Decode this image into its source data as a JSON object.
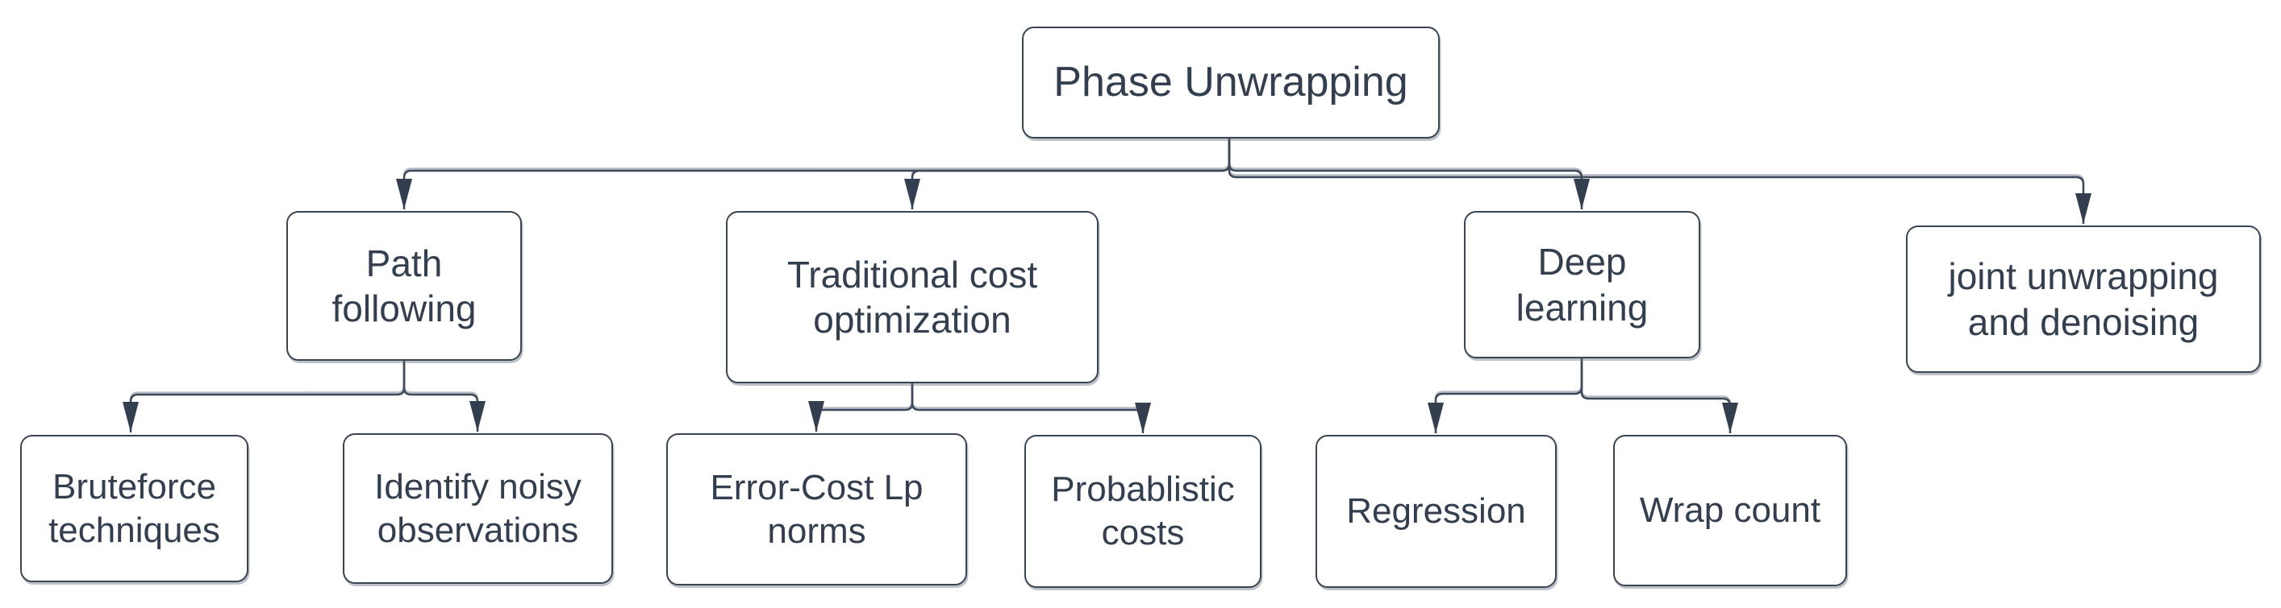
{
  "diagram": {
    "type": "tree",
    "background": "#ffffff",
    "colors": {
      "node_fill": "#ffffff",
      "node_border": "#3a4554",
      "text": "#333e4e",
      "connector": "#3d4858",
      "arrowhead": "#333e4e"
    },
    "nodes": [
      {
        "id": "phase-unwrapping",
        "label": "Phase Unwrapping",
        "level": 1
      },
      {
        "id": "path-following",
        "label": "Path following",
        "level": 2
      },
      {
        "id": "traditional-cost-optimization",
        "label": "Traditional cost optimization",
        "level": 2
      },
      {
        "id": "deep-learning",
        "label": "Deep learning",
        "level": 2
      },
      {
        "id": "joint-unwrapping-and-denoising",
        "label": "joint unwrapping and denoising",
        "level": 2
      },
      {
        "id": "bruteforce-techniques",
        "label": "Bruteforce techniques",
        "level": 3
      },
      {
        "id": "identify-noisy-observations",
        "label": "Identify noisy observations",
        "level": 3
      },
      {
        "id": "error-cost-lp-norms",
        "label": "Error-Cost Lp norms",
        "level": 3
      },
      {
        "id": "probablistic-costs",
        "label": "Probablistic costs",
        "level": 3
      },
      {
        "id": "regression",
        "label": "Regression",
        "level": 3
      },
      {
        "id": "wrap-count",
        "label": "Wrap count",
        "level": 3
      }
    ],
    "edges": [
      {
        "from": "phase-unwrapping",
        "to": "path-following"
      },
      {
        "from": "phase-unwrapping",
        "to": "traditional-cost-optimization"
      },
      {
        "from": "phase-unwrapping",
        "to": "deep-learning"
      },
      {
        "from": "phase-unwrapping",
        "to": "joint-unwrapping-and-denoising"
      },
      {
        "from": "path-following",
        "to": "bruteforce-techniques"
      },
      {
        "from": "path-following",
        "to": "identify-noisy-observations"
      },
      {
        "from": "traditional-cost-optimization",
        "to": "error-cost-lp-norms"
      },
      {
        "from": "traditional-cost-optimization",
        "to": "probablistic-costs"
      },
      {
        "from": "deep-learning",
        "to": "regression"
      },
      {
        "from": "deep-learning",
        "to": "wrap-count"
      }
    ]
  }
}
